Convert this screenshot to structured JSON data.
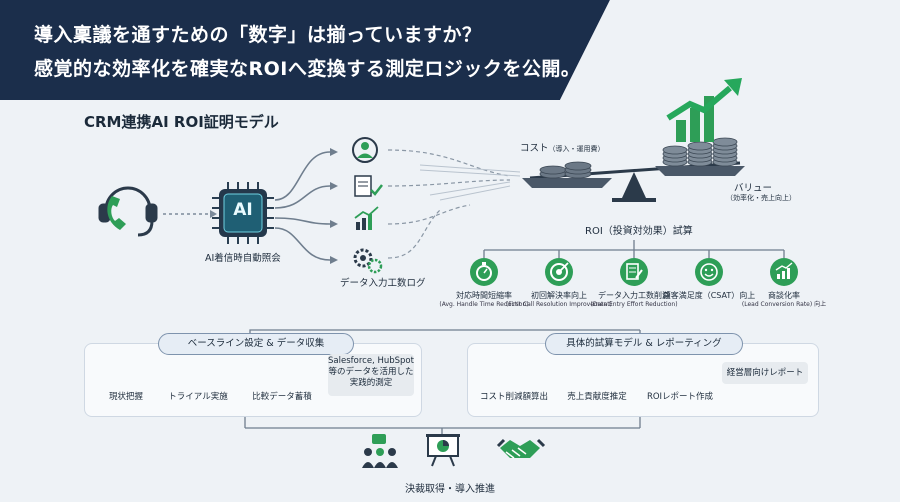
{
  "header": {
    "line1": "導入稟議を通すための「数字」は揃っていますか？",
    "line2": "感覚的な効率化を確実なROIへ変換する測定ロジックを公開。"
  },
  "model_title": "CRM連携AI ROI証明モデル",
  "ai_chip": {
    "text": "AI",
    "label": "AI着信時自動照会"
  },
  "data_log_label": "データ入力工数ログ",
  "scale": {
    "cost_label": "コスト",
    "cost_sub": "（導入・運用費）",
    "value_label": "バリュー",
    "value_sub": "（効率化・売上向上）",
    "roi_label": "ROI（投資対効果）試算"
  },
  "metrics": [
    {
      "label": "対応時間短縮率",
      "sub": "(Avg. Handle Time Reduction)"
    },
    {
      "label": "初回解決率向上",
      "sub": "(First Call Resolution Improvement)"
    },
    {
      "label": "データ入力工数削減",
      "sub": "(Data Entry Effort Reduction)"
    },
    {
      "label": "顧客満足度（CSAT）向上",
      "sub": ""
    },
    {
      "label": "商談化率",
      "sub": "(Lead Conversion Rate) 向上"
    }
  ],
  "baseline": {
    "title": "ベースライン設定 & データ収集",
    "steps": [
      "現状把握",
      "トライアル実施",
      "比較データ蓄積"
    ],
    "note": "Salesforce, HubSpot 等のデータを活用した 実践的測定"
  },
  "reporting": {
    "title": "具体的試算モデル & レポーティング",
    "steps": [
      "コスト削減額算出",
      "売上貢献度推定",
      "ROIレポート作成"
    ],
    "note": "経営層向けレポート"
  },
  "footer_label": "決裁取得・導入推進",
  "colors": {
    "navy": "#1b2e4b",
    "green": "#2e9e57",
    "teal": "#2d6b7a",
    "ink": "#1f2d3d"
  }
}
